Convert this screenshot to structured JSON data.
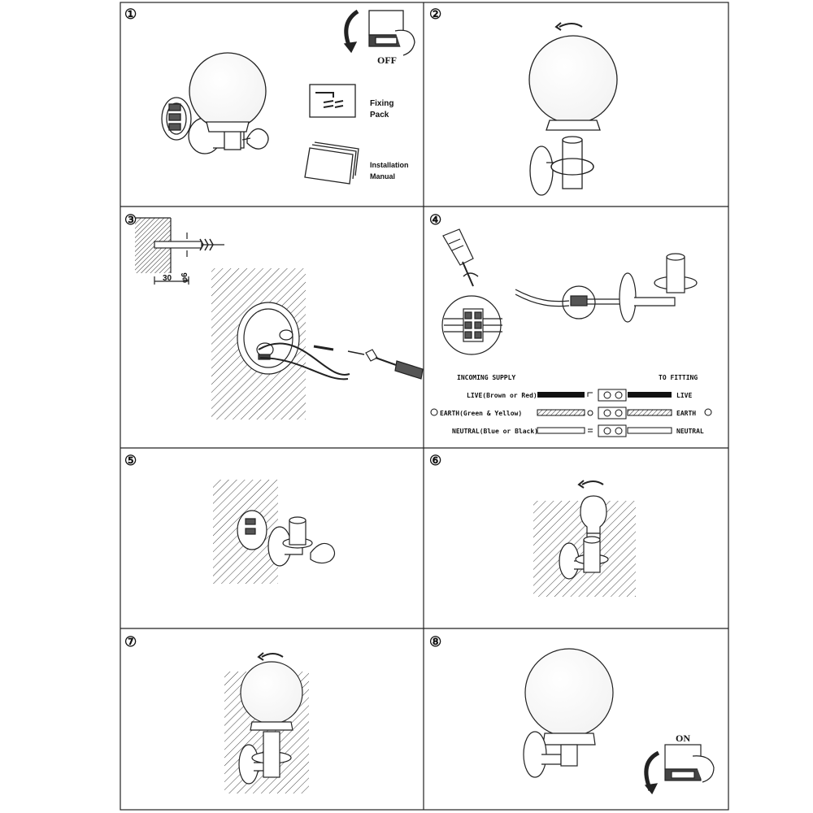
{
  "steps": [
    {
      "number": "①",
      "off_label": "OFF",
      "fixing_pack": [
        "Fixing",
        "Pack"
      ],
      "manual": [
        "Installation",
        "Manual"
      ]
    },
    {
      "number": "②"
    },
    {
      "number": "③",
      "dim_depth": "30",
      "dim_diameter": "φ6"
    },
    {
      "number": "④",
      "wiring": {
        "incoming_title": "INCOMING SUPPLY",
        "fitting_title": "TO FITTING",
        "rows": [
          {
            "left": "LIVE(Brown or Red)",
            "right": "LIVE"
          },
          {
            "left": "EARTH(Green & Yellow)",
            "right": "EARTH"
          },
          {
            "left": "NEUTRAL(Blue or Black)",
            "right": "NEUTRAL"
          }
        ]
      }
    },
    {
      "number": "⑤"
    },
    {
      "number": "⑥"
    },
    {
      "number": "⑦"
    },
    {
      "number": "⑧",
      "on_label": "ON"
    }
  ]
}
